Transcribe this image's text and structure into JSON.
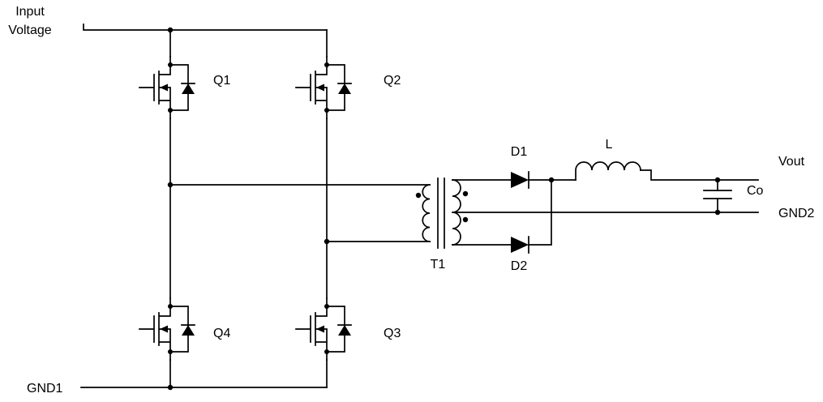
{
  "colors": {
    "line": "#000000",
    "label": "#000000",
    "background": "#ffffff"
  },
  "labels": {
    "input_line1": "Input",
    "input_line2": "Voltage",
    "gnd1": "GND1",
    "gnd2": "GND2",
    "vout": "Vout",
    "q1": "Q1",
    "q2": "Q2",
    "q3": "Q3",
    "q4": "Q4",
    "t1": "T1",
    "d1": "D1",
    "d2": "D2",
    "inductor": "L",
    "co": "Co"
  }
}
